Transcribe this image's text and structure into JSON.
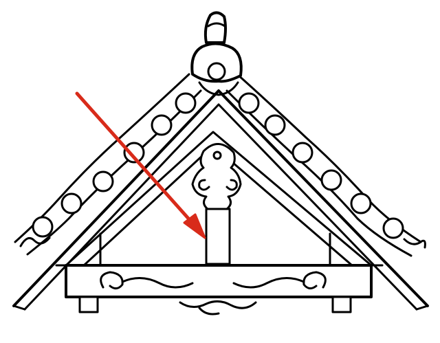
{
  "diagram": {
    "colors": {
      "ink": "#000000",
      "background": "#ffffff",
      "arrow": "#d82b1a"
    },
    "parts": [
      "ridge-finial",
      "roof-tiles",
      "gable-frame",
      "king-post",
      "cusped-bracket",
      "tie-beam",
      "carved-scroll-ornament",
      "pointer-arrow"
    ]
  }
}
